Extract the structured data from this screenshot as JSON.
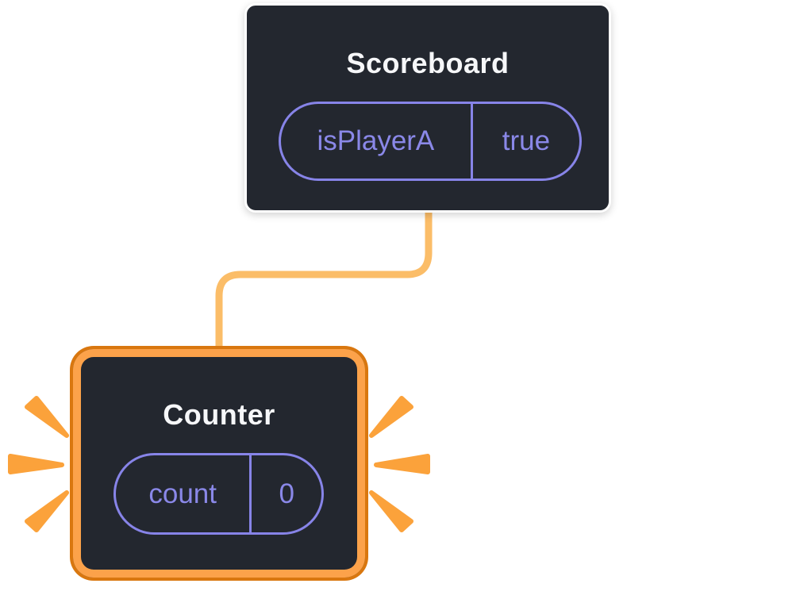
{
  "diagram": {
    "type": "react-component-tree",
    "scoreboard": {
      "title": "Scoreboard",
      "state": {
        "key": "isPlayerA",
        "value": "true"
      }
    },
    "counter": {
      "title": "Counter",
      "state": {
        "key": "count",
        "value": "0"
      }
    },
    "colors": {
      "box_background": "#23272f",
      "box_border": "#ffffff",
      "title_text": "#f6f7f9",
      "state_purple": "#8784e8",
      "connector_orange": "#fbbd68",
      "highlight_orange": "#fca24a",
      "highlight_outline": "#d9770f",
      "spark_orange": "#fba23b",
      "background": "#ffffff"
    }
  }
}
